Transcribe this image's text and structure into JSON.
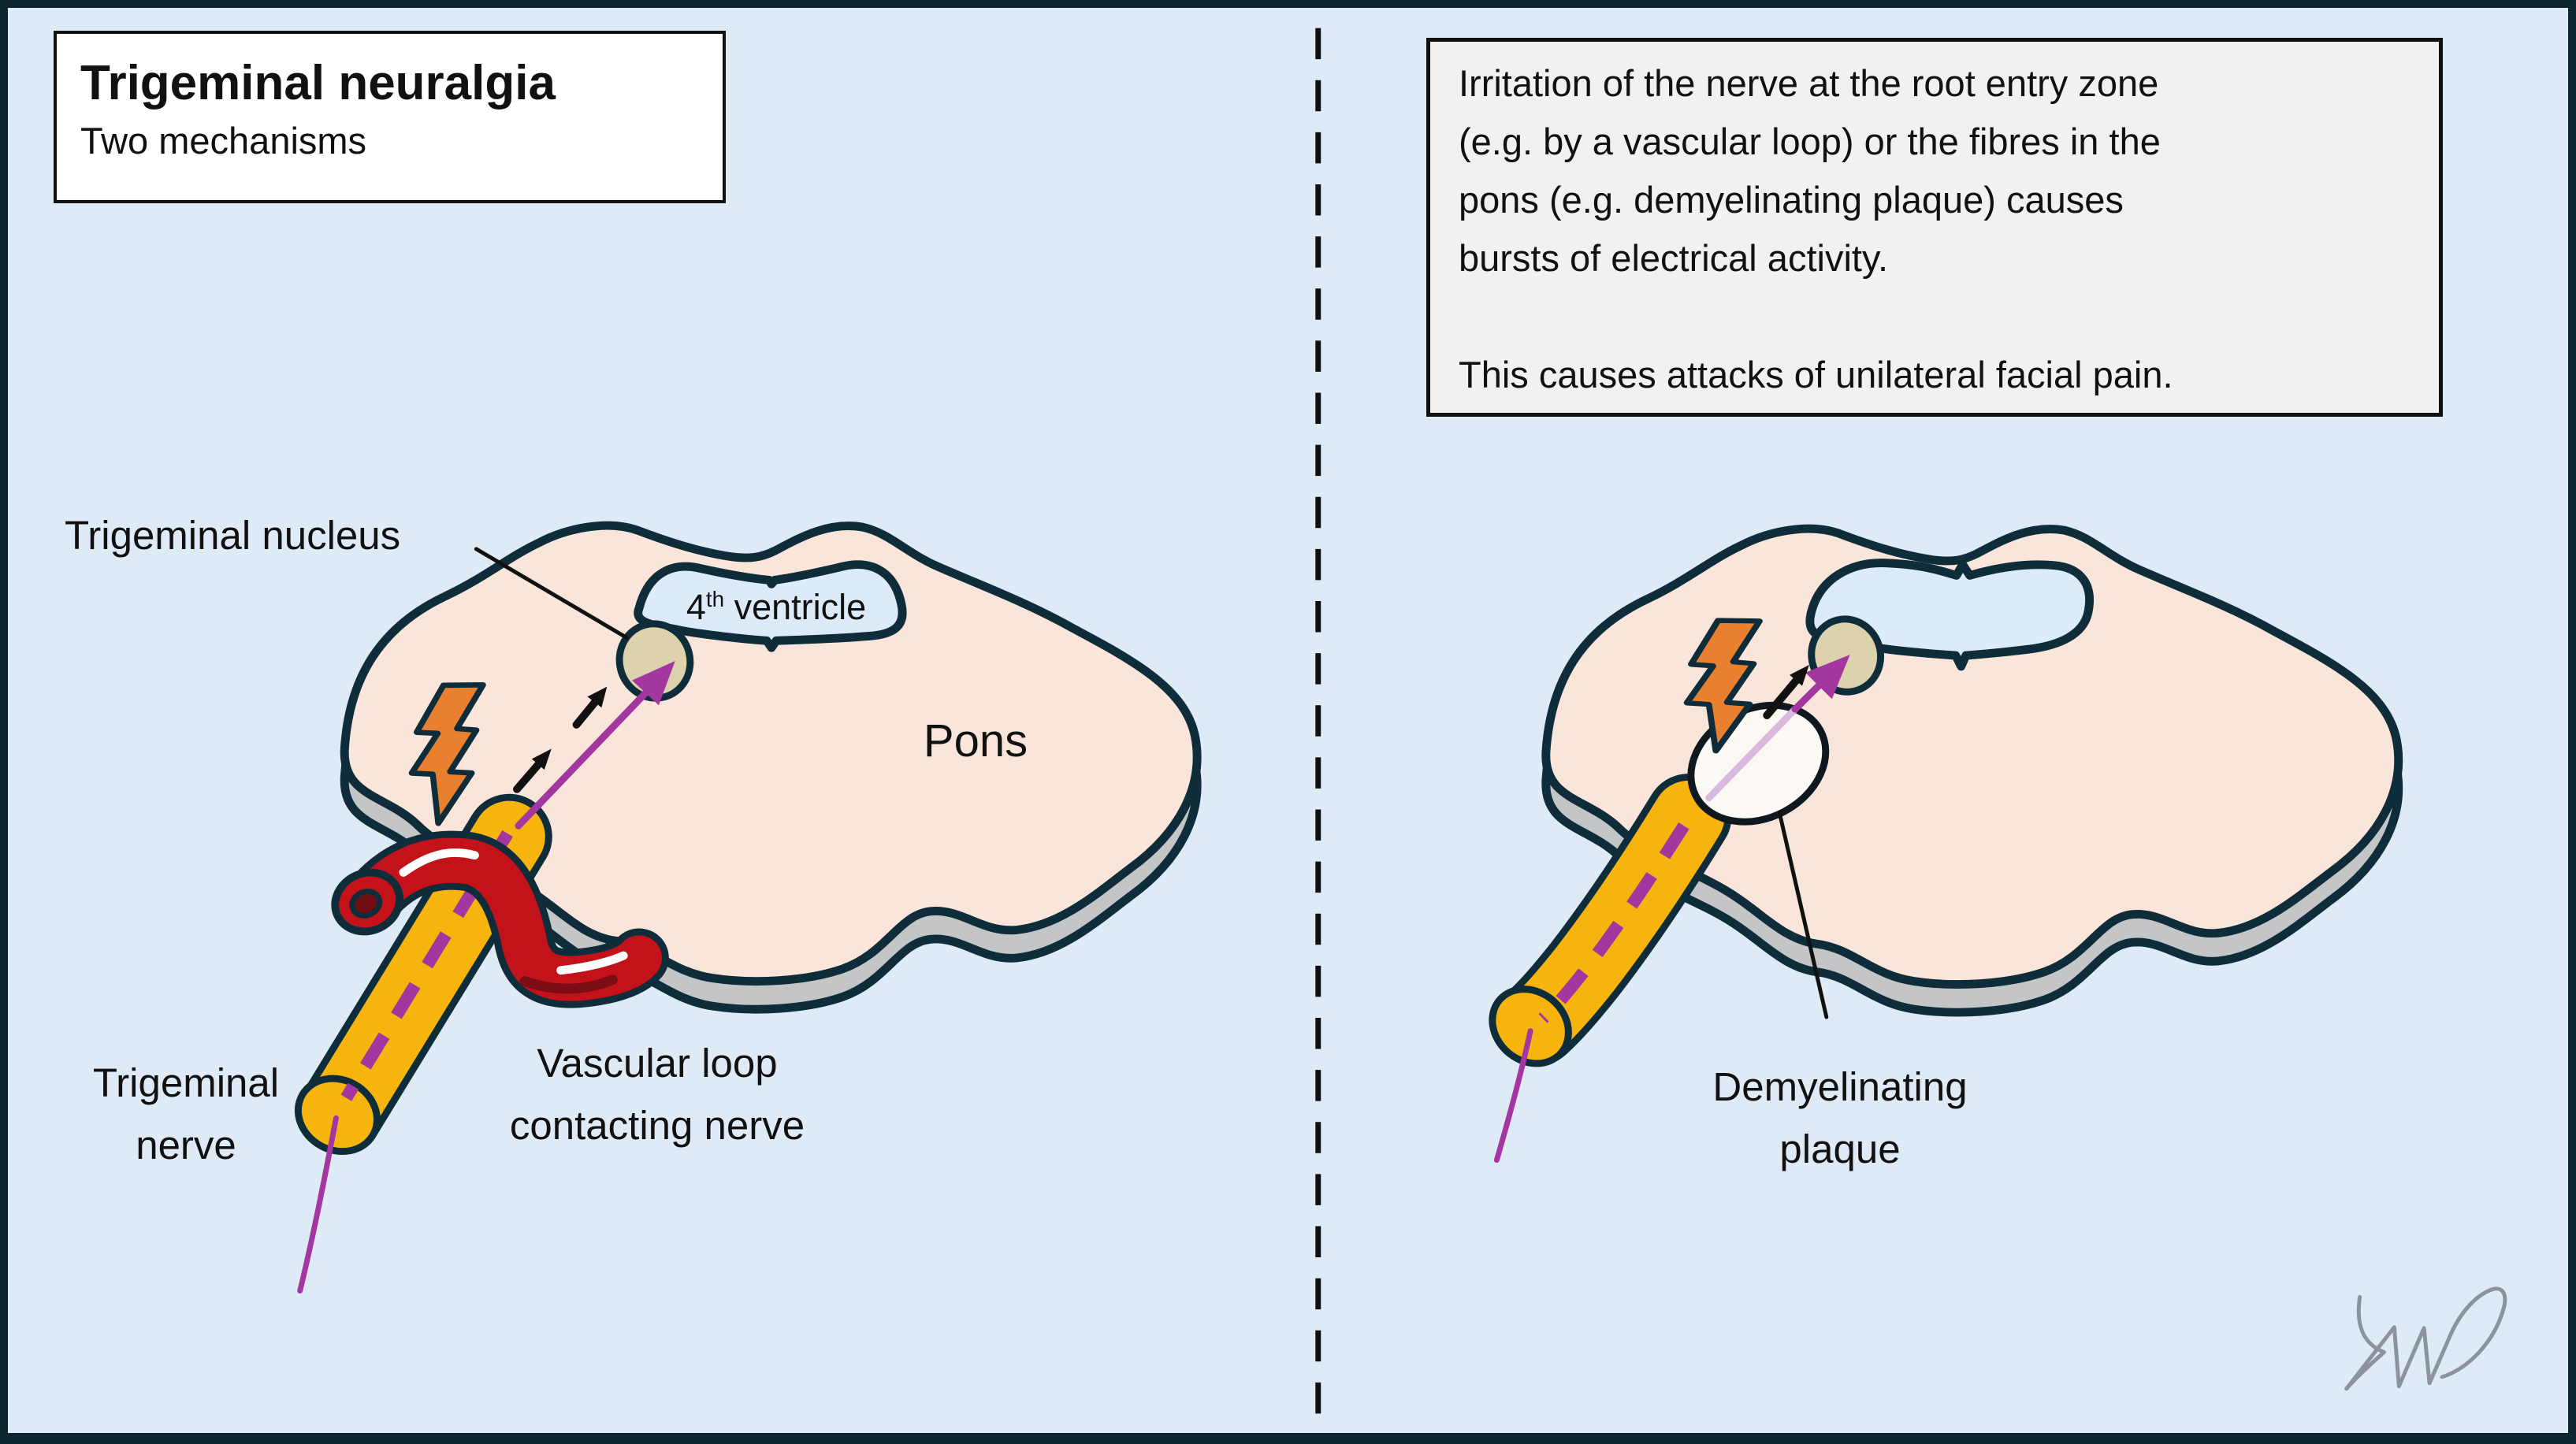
{
  "title_box": {
    "title": "Trigeminal neuralgia",
    "subtitle": "Two mechanisms"
  },
  "note_box": {
    "lines": [
      "Irritation of the nerve at the root entry zone",
      "(e.g. by a vascular loop) or the fibres in the",
      "pons (e.g. demyelinating plaque) causes",
      "bursts of electrical activity.",
      "",
      "This causes attacks of unilateral facial pain."
    ]
  },
  "labels": {
    "trigeminal_nucleus": "Trigeminal nucleus",
    "fourth_ventricle": {
      "num": "4",
      "sup": "th",
      "rest": " ventricle"
    },
    "pons": "Pons",
    "trigeminal_nerve": {
      "line1": "Trigeminal",
      "line2": "nerve"
    },
    "vascular_loop": {
      "line1": "Vascular loop",
      "line2": "contacting nerve"
    },
    "demyelinating_plaque": {
      "line1": "Demyelinating",
      "line2": "plaque"
    }
  },
  "icons": {
    "left_bolt": "lightning-bolt-icon",
    "right_bolt": "lightning-bolt-icon",
    "signature": "hand-drawn-signature"
  },
  "colors": {
    "background": "#dfeaf7",
    "ink": "#111111",
    "outline": "#0f2c3a",
    "frame": "#0c2531",
    "pons-fill": "#fae5da",
    "pons-side": "#c3c5c7",
    "ventricle-fill": "#ddeafa",
    "nucleus-fill": "#ddd2ae",
    "nerve-yellow": "#f6b40d",
    "vessel-red": "#c4121b",
    "vessel-dark": "#700d13",
    "bolt-orange": "#e8802f",
    "signal-purple": "#a3379f",
    "signal-pale": "#d9badd",
    "plaque-fill": "#fcf8f4",
    "signature-gray": "#8d939c",
    "box-fill": "#ffffff",
    "note-fill": "#f1f1f1"
  }
}
